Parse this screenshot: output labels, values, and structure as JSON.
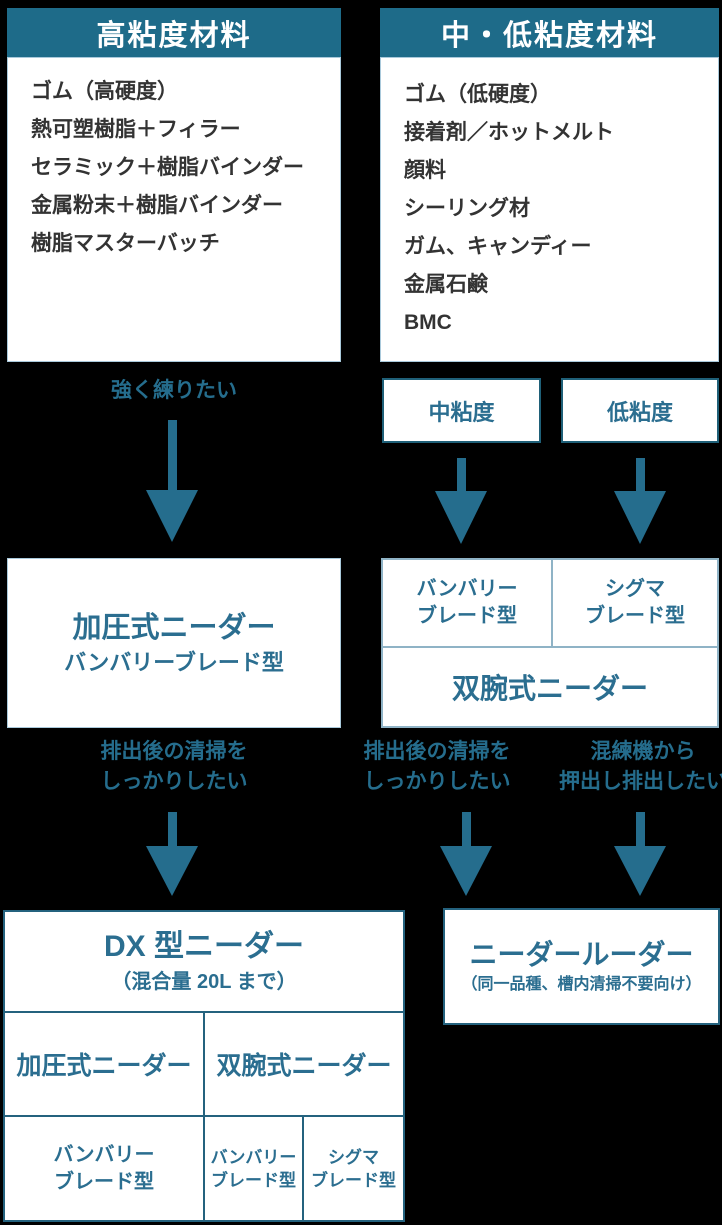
{
  "colors": {
    "background": "#000000",
    "header_bg": "#1E6B89",
    "accent_teal": "#256D8D",
    "title_teal": "#2B6E90",
    "list_text": "#333333",
    "box_bg": "#FFFFFF",
    "border_light": "#A9C9DB",
    "border_mid": "#8FB3C6",
    "border_dark": "#1F6078"
  },
  "high_viscosity": {
    "header": "高粘度材料",
    "items": [
      "ゴム（高硬度）",
      "熱可塑樹脂＋フィラー",
      "セラミック＋樹脂バインダー",
      "金属粉末＋樹脂バインダー",
      "樹脂マスターバッチ"
    ]
  },
  "mid_low_viscosity": {
    "header": "中・低粘度材料",
    "items": [
      "ゴム（低硬度）",
      "接着剤／ホットメルト",
      "顔料",
      "シーリング材",
      "ガム、キャンディー",
      "金属石鹸",
      "BMC"
    ]
  },
  "branch_labels": {
    "knead_strong": "強く練りたい",
    "mid_viscosity": "中粘度",
    "low_viscosity": "低粘度",
    "clean_after_discharge_left": "排出後の清掃を\nしっかりしたい",
    "clean_after_discharge_mid": "排出後の清掃を\nしっかりしたい",
    "extrude_discharge": "混練機から\n押出し排出したい"
  },
  "machines": {
    "pressure_kneader": {
      "title": "加圧式ニーダー",
      "subtitle": "バンバリーブレード型"
    },
    "twin_arm_kneader": {
      "blade_cells": [
        "バンバリー\nブレード型",
        "シグマ\nブレード型"
      ],
      "title": "双腕式ニーダー"
    },
    "dx_kneader": {
      "title": "DX 型ニーダー",
      "subtitle": "（混合量 20L まで）",
      "type_cells": [
        "加圧式ニーダー",
        "双腕式ニーダー"
      ],
      "blade_cells": [
        "バンバリー\nブレード型",
        "バンバリー\nブレード型",
        "シグマ\nブレード型"
      ]
    },
    "kneader_ruder": {
      "title": "ニーダールーダー",
      "subtitle": "（同一品種、槽内清掃不要向け）"
    }
  }
}
